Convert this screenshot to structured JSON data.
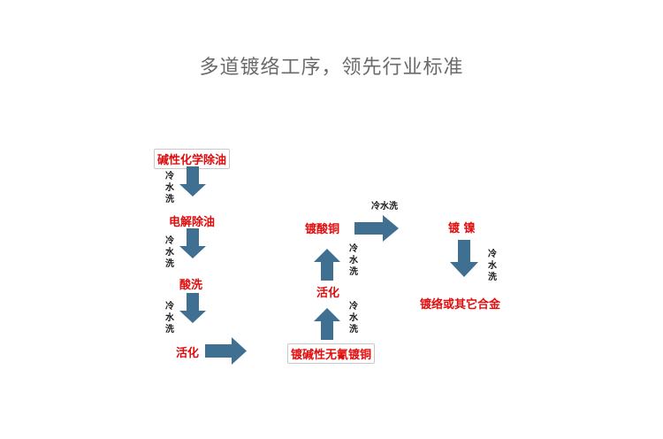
{
  "title": "多道镀络工序，领先行业标准",
  "steps": {
    "s1": "碱性化学除油",
    "s2": "电解除油",
    "s3": "酸洗",
    "s4": "活化",
    "s5": "镀碱性无氰镀铜",
    "s6": "活化",
    "s7": "镀酸铜",
    "s8": "镀 镍",
    "s9": "镀络或其它合金"
  },
  "rinse_label": "冷水洗",
  "colors": {
    "arrow": "#3f6f91",
    "step_text": "#e10d0d",
    "title_text": "#6a6a6a"
  }
}
